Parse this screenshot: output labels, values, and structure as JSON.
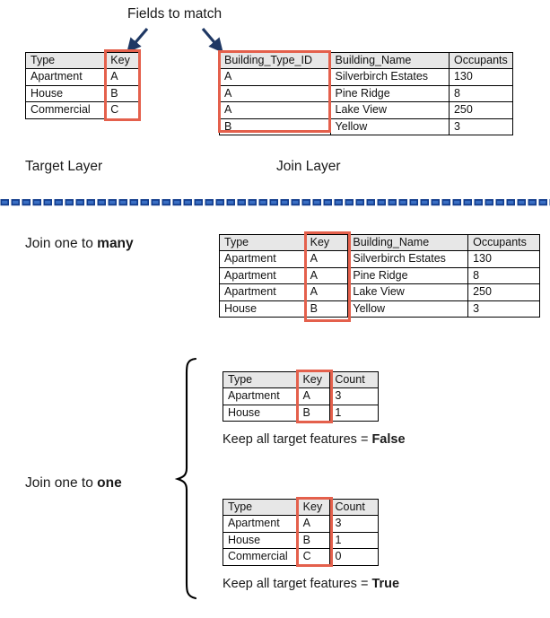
{
  "diagram": {
    "title_annotation": "Fields to match",
    "labels": {
      "target_layer": "Target Layer",
      "join_layer": "Join Layer",
      "join_one_to_many_prefix": "Join one to ",
      "join_one_to_many_emphasis": "many",
      "join_one_to_one_prefix": "Join one to ",
      "join_one_to_one_emphasis": "one",
      "keep_all_prefix": "Keep all target features = ",
      "keep_all_false": "False",
      "keep_all_true": "True"
    },
    "colors": {
      "highlight_red": "#e4604c",
      "header_gray": "#e7e7e7",
      "arrow_navy": "#1f3864",
      "divider_blue": "#3a6fc4",
      "divider_blue_dark": "#123c8c",
      "border_black": "#000000"
    },
    "icons": {
      "arrow_left": "arrow-down-left-icon",
      "arrow_right": "arrow-down-right-icon",
      "brace": "curly-brace-icon",
      "divider": "decorative-dashed-divider-icon"
    }
  },
  "target_table": {
    "headers": [
      "Type",
      "Key"
    ],
    "rows": [
      [
        "Apartment",
        "A"
      ],
      [
        "House",
        "B"
      ],
      [
        "Commercial",
        "C"
      ]
    ],
    "highlight_column": "Key"
  },
  "join_table": {
    "headers": [
      "Building_Type_ID",
      "Building_Name",
      "Occupants"
    ],
    "rows": [
      [
        "A",
        "Silverbirch Estates",
        "130"
      ],
      [
        "A",
        "Pine Ridge",
        "8"
      ],
      [
        "A",
        "Lake View",
        "250"
      ],
      [
        "B",
        "Yellow",
        "3"
      ]
    ],
    "highlight_column": "Building_Type_ID"
  },
  "one_to_many_table": {
    "headers": [
      "Type",
      "Key",
      "Building_Name",
      "Occupants"
    ],
    "rows": [
      [
        "Apartment",
        "A",
        "Silverbirch Estates",
        "130"
      ],
      [
        "Apartment",
        "A",
        "Pine Ridge",
        "8"
      ],
      [
        "Apartment",
        "A",
        "Lake View",
        "250"
      ],
      [
        "House",
        "B",
        "Yellow",
        "3"
      ]
    ],
    "highlight_column": "Key"
  },
  "one_to_one_false_table": {
    "headers": [
      "Type",
      "Key",
      "Count"
    ],
    "rows": [
      [
        "Apartment",
        "A",
        "3"
      ],
      [
        "House",
        "B",
        "1"
      ]
    ],
    "highlight_column": "Key"
  },
  "one_to_one_true_table": {
    "headers": [
      "Type",
      "Key",
      "Count"
    ],
    "rows": [
      [
        "Apartment",
        "A",
        "3"
      ],
      [
        "House",
        "B",
        "1"
      ],
      [
        "Commercial",
        "C",
        "0"
      ]
    ],
    "highlight_column": "Key"
  }
}
